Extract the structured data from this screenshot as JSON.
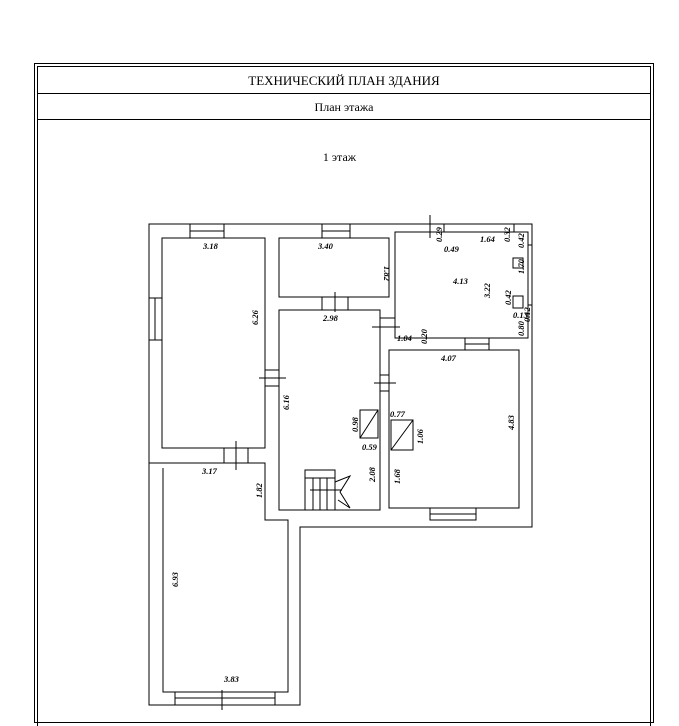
{
  "header": {
    "title": "ТЕХНИЧЕСКИЙ ПЛАН ЗДАНИЯ",
    "subtitle": "План этажа"
  },
  "floor_label": "1 этаж",
  "dimensions": {
    "r1_width": "3.18",
    "r1_height": "6.26",
    "r2_width": "3.40",
    "r2_height": "1.82",
    "r3_a": "0.29",
    "r3_b": "0.49",
    "r3_c": "1.64",
    "r3_d": "0.32",
    "r3_e": "0.42",
    "r3_area": "4.13",
    "r3_h": "3.22",
    "r3_f": "1.70",
    "r3_g": "0.42",
    "r3_h2": "0.13",
    "r3_i": "0.80",
    "r3_j": "0.12",
    "hall_width": "2.98",
    "hall_door": "1.04",
    "hall_gap": "0.20",
    "hall_height": "6.16",
    "col1_a": "0.98",
    "col1_b": "0.59",
    "col2_a": "0.77",
    "col2_b": "1.06",
    "hall_lower": "2.08",
    "r4_width": "4.07",
    "r4_height": "4.83",
    "r4_lower": "1.68",
    "r5_width": "3.17",
    "r5_side": "1.82",
    "r6_height": "6.93",
    "r6_width": "3.83"
  }
}
